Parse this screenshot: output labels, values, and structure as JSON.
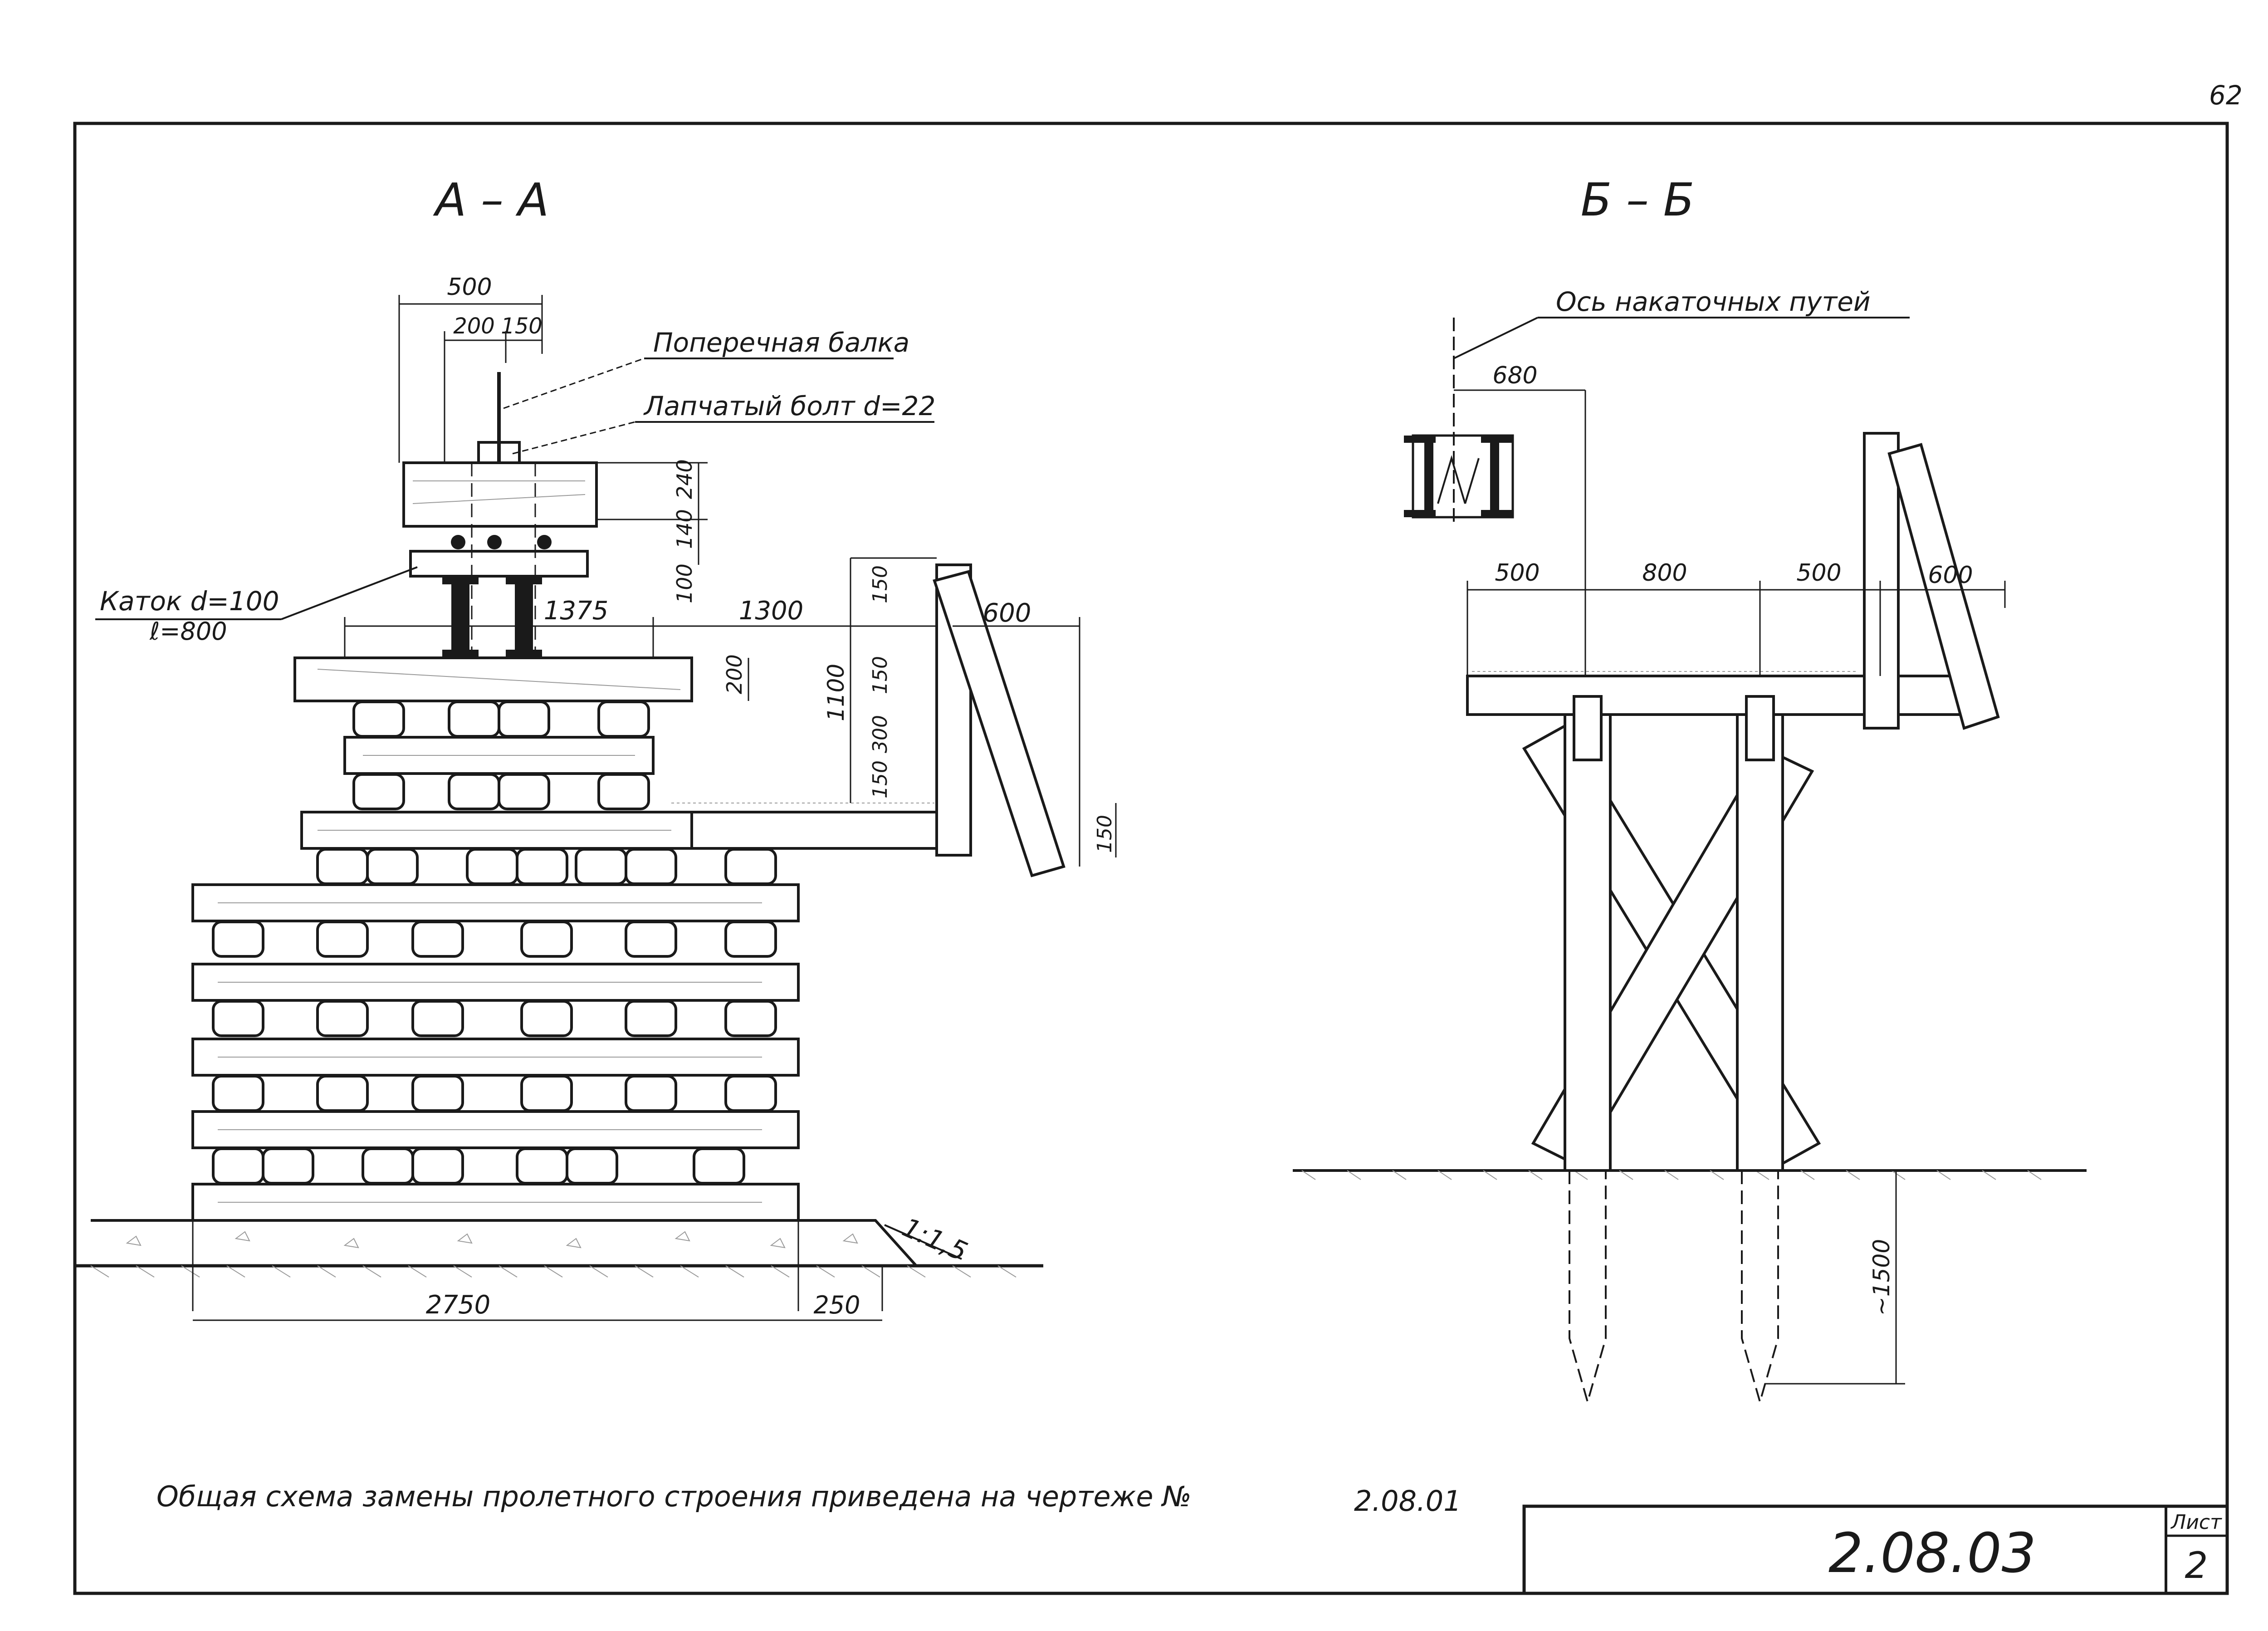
{
  "sheet": {
    "page_number": "62",
    "drawing_number": "2.08.03",
    "sheet_label": "Лист",
    "sheet_value": "2"
  },
  "note": {
    "text": "Общая схема замены пролетного строения приведена на чертеже №",
    "ref": "2.08.01"
  },
  "section_aa": {
    "title": "А – А",
    "labels": {
      "cross_beam": "Поперечная балка",
      "bolt": "Лапчатый болт d=22",
      "roller": "Каток d=100",
      "roller_len": "ℓ=800",
      "slope": "1:1,5"
    },
    "dims": {
      "d500": "500",
      "d200": "200",
      "d150": "150",
      "d240": "240",
      "d140": "140",
      "d100": "100",
      "d1375": "1375",
      "d1300": "1300",
      "d600": "600",
      "d200b": "200",
      "d150a": "150",
      "d1100": "1100",
      "d150b": "150",
      "d300": "300",
      "d150c": "150",
      "d150d": "150",
      "d2750": "2750",
      "d250": "250"
    }
  },
  "section_bb": {
    "title": "Б – Б",
    "labels": {
      "axis": "Ось накаточных путей"
    },
    "dims": {
      "d680": "680",
      "d500a": "500",
      "d800": "800",
      "d500b": "500",
      "d600": "600",
      "d1500": "~1500"
    }
  }
}
